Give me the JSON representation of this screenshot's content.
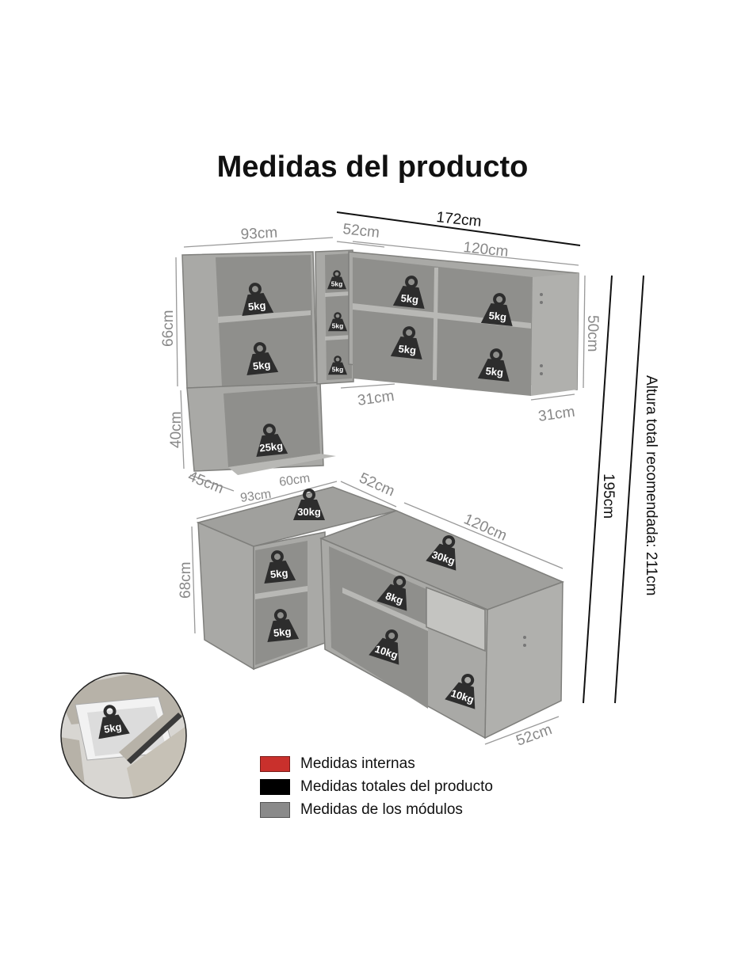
{
  "title": "Medidas del producto",
  "colors": {
    "interior": "#c9302c",
    "total": "#000000",
    "module": "#8a8a8a",
    "cabinet": "#a9a9a6",
    "weight_badge": "#2d2d2d"
  },
  "dimensions": {
    "total_width": "172cm",
    "upper_left_width": "93cm",
    "upper_mid_width": "52cm",
    "upper_right_width": "120cm",
    "upper_left_height": "66cm",
    "upper_lower_height": "40cm",
    "upper_right_height": "50cm",
    "upper_mid_depth": "31cm",
    "upper_right_depth": "31cm",
    "upper_left_depth": "45cm",
    "upper_left_bottom_width": "93cm",
    "upper_inner_width": "60cm",
    "lower_mid_width": "52cm",
    "lower_right_width": "120cm",
    "lower_height": "68cm",
    "lower_depth": "52cm",
    "total_height": "195cm",
    "recommended_height": "Altura total recomendada: 211cm"
  },
  "weights": {
    "ul_shelf1": "5kg",
    "ul_shelf2": "5kg",
    "ul_niche": "25kg",
    "um_shelf1": "5kg",
    "um_shelf2": "5kg",
    "um_shelf3": "5kg",
    "ur_shelf1": "5kg",
    "ur_shelf2": "5kg",
    "ur_shelf3": "5kg",
    "ur_shelf4": "5kg",
    "ll_top": "30kg",
    "ll_shelf1": "5kg",
    "ll_shelf2": "5kg",
    "lr_top": "30kg",
    "lr_shelf": "8kg",
    "lr_bottom": "10kg",
    "lr_door": "10kg",
    "drawer": "5kg"
  },
  "legend": [
    {
      "label": "Medidas internas",
      "color": "#c9302c"
    },
    {
      "label": "Medidas totales del producto",
      "color": "#000000"
    },
    {
      "label": "Medidas de los módulos",
      "color": "#8a8a8a"
    }
  ]
}
